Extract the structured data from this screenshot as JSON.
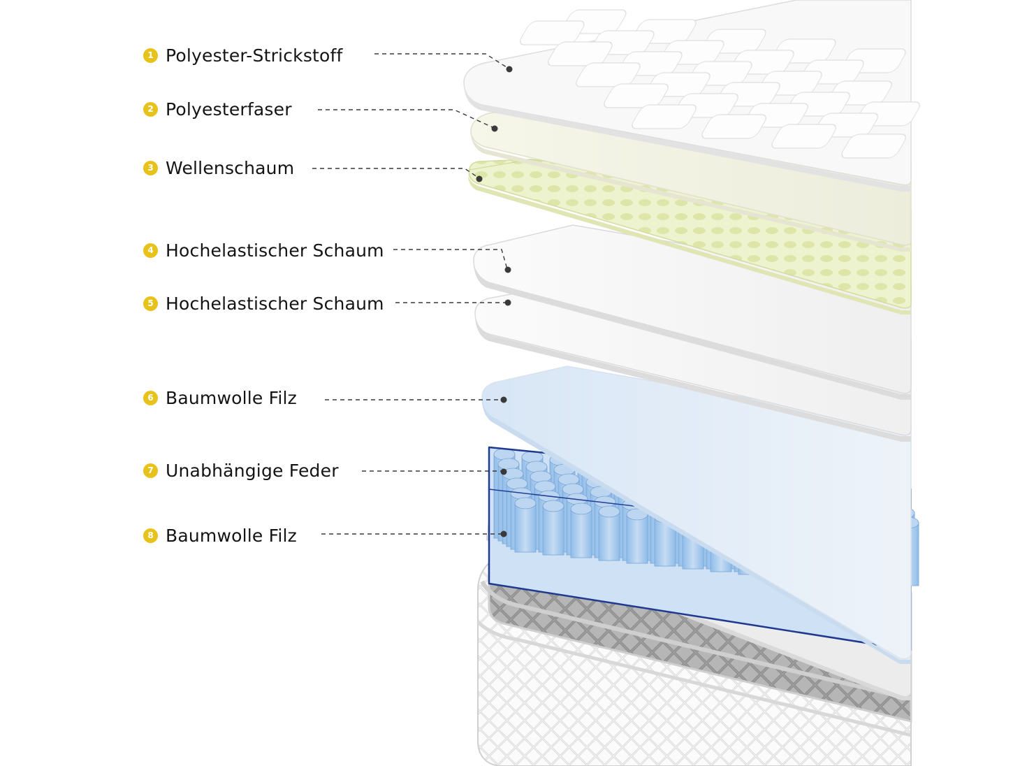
{
  "layers": [
    {
      "number": "1",
      "label": "Polyester-Strickstoff"
    },
    {
      "number": "2",
      "label": "Polyesterfaser"
    },
    {
      "number": "3",
      "label": "Wellenschaum"
    },
    {
      "number": "4",
      "label": "Hochelastischer Schaum"
    },
    {
      "number": "5",
      "label": "Hochelastischer Schaum"
    },
    {
      "number": "6",
      "label": "Baumwolle Filz"
    },
    {
      "number": "7",
      "label": "Unabhängige Feder"
    },
    {
      "number": "8",
      "label": "Baumwolle Filz"
    }
  ],
  "colors": {
    "badge": "#e6c21b",
    "text": "#141414",
    "leader_line": "#3a3a3a",
    "wave_foam": "#eef3cf",
    "felt": "#dbe8f7",
    "spring": "#a9cbef",
    "spring_frame": "#233f97"
  }
}
